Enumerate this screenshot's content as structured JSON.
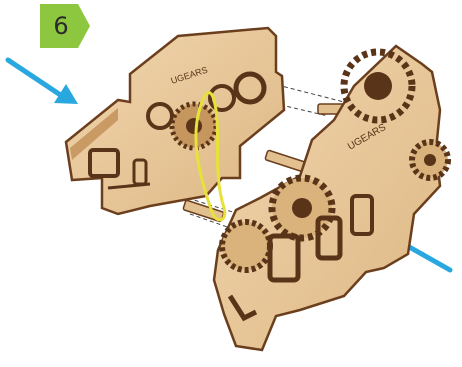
{
  "step": {
    "number": "6"
  },
  "branding": {
    "logo_text": "UGEARS"
  },
  "illustration": {
    "panels": [
      "rear-frame-panel",
      "front-frame-panel"
    ],
    "icons": [
      "arrow-left-icon",
      "arrow-right-icon",
      "gear-icon",
      "rubber-band-icon"
    ]
  },
  "colors": {
    "badge_green": "#8dc63f",
    "arrow_blue": "#29a8e0",
    "wood_light": "#e8c89a",
    "wood_dark": "#5a3418",
    "band_yellow": "#e6e23a"
  }
}
